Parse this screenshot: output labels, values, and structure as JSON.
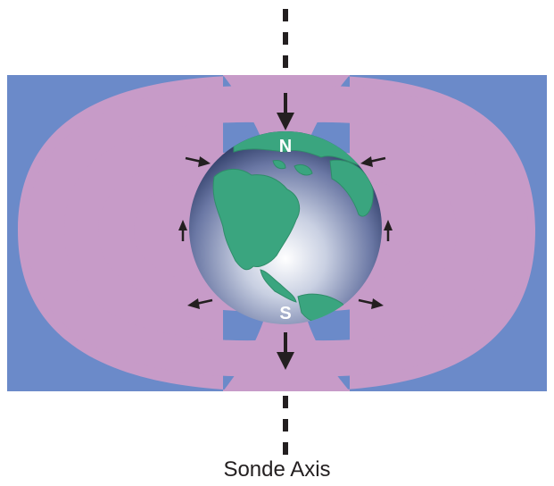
{
  "diagram": {
    "caption": "Sonde Axis",
    "north_label": "N",
    "south_label": "S"
  },
  "colors": {
    "field_blue": "#6b8ac9",
    "field_pink": "#c79bc8",
    "earth_ocean_light": "#eef1f8",
    "earth_ocean_dark": "#2c3e6e",
    "land_green": "#3aa57f",
    "axis_black": "#231f20"
  },
  "icons": {
    "earth": "earth-globe-icon",
    "field_arrow": "arrow-icon"
  }
}
